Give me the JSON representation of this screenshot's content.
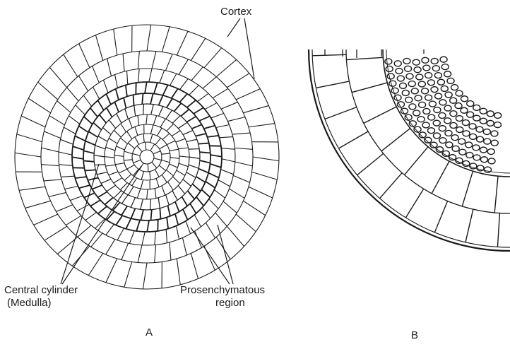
{
  "figure": {
    "panel_a_letter": "A",
    "panel_b_letter": "B",
    "labels": {
      "cortex": "Cortex",
      "central_cylinder": "Central cylinder",
      "medulla": "(Medulla)",
      "prosenchymatous": "Prosenchymatous",
      "region": "region"
    }
  },
  "colors": {
    "ink": "#1a1a1a",
    "paper": "#ffffff"
  }
}
